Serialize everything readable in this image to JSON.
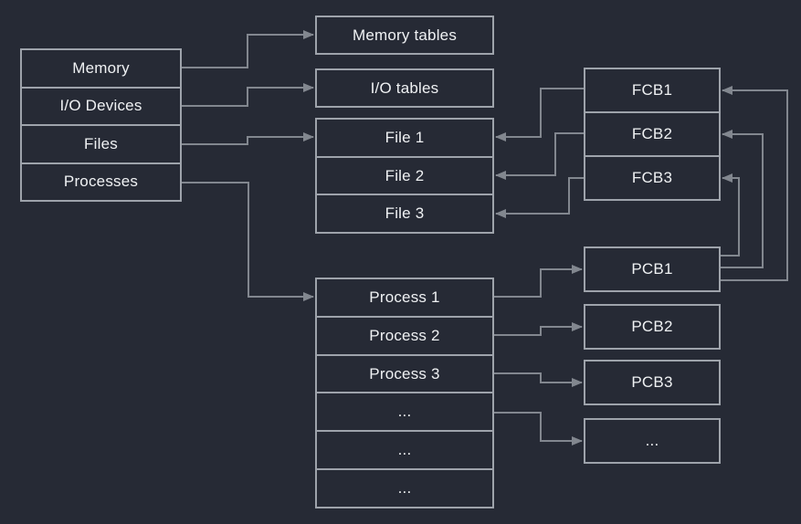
{
  "colors": {
    "background": "#262a35",
    "box_border": "#9ea3ab",
    "connector": "#82878f",
    "text": "#eff1f3"
  },
  "os_table": {
    "rows": [
      {
        "label": "Memory"
      },
      {
        "label": "I/O Devices"
      },
      {
        "label": "Files"
      },
      {
        "label": "Processes"
      }
    ]
  },
  "memory_tables": {
    "label": "Memory tables"
  },
  "io_tables": {
    "label": "I/O tables"
  },
  "file_table": {
    "rows": [
      {
        "label": "File 1"
      },
      {
        "label": "File 2"
      },
      {
        "label": "File 3"
      }
    ]
  },
  "process_table": {
    "rows": [
      {
        "label": "Process 1"
      },
      {
        "label": "Process 2"
      },
      {
        "label": "Process 3"
      },
      {
        "label": "..."
      },
      {
        "label": "..."
      },
      {
        "label": "..."
      }
    ]
  },
  "fcb_table": {
    "rows": [
      {
        "label": "FCB1"
      },
      {
        "label": "FCB2"
      },
      {
        "label": "FCB3"
      }
    ]
  },
  "pcb_blocks": [
    {
      "label": "PCB1"
    },
    {
      "label": "PCB2"
    },
    {
      "label": "PCB3"
    },
    {
      "label": "..."
    }
  ]
}
